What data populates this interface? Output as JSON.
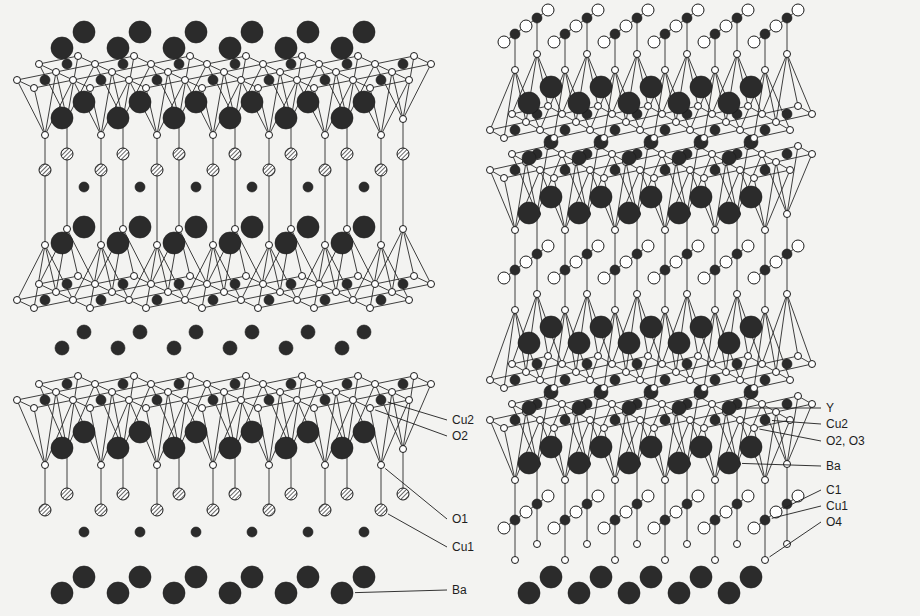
{
  "diagram": {
    "labels": [
      "Cu2",
      "O2",
      "O1",
      "Cu1",
      "Ba",
      "Y",
      "Cu2",
      "O2, O3",
      "Ba",
      "C1",
      "Cu1",
      "O4"
    ]
  }
}
